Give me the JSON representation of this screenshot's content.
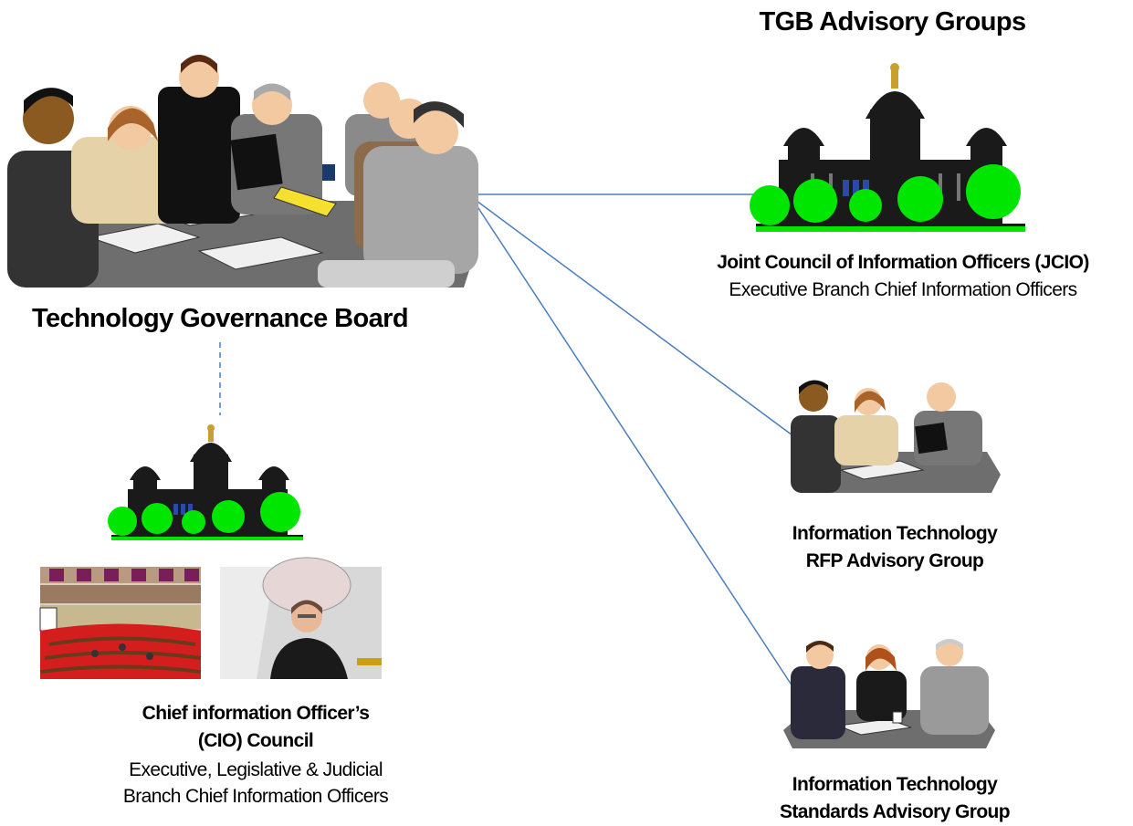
{
  "board": {
    "title": "Technology Governance Board"
  },
  "advisory": {
    "heading": "TGB Advisory Groups"
  },
  "jcio": {
    "title": "Joint Council of  Information Officers (JCIO)",
    "subtitle": "Executive Branch Chief Information Officers"
  },
  "rfp": {
    "line1": "Information Technology",
    "line2": "RFP Advisory Group"
  },
  "standards": {
    "line1": "Information Technology",
    "line2": "Standards Advisory Group"
  },
  "cio_council": {
    "line1": "Chief information Officer’s",
    "line2": "(CIO) Council",
    "line3": "Executive, Legislative & Judicial",
    "line4": "Branch Chief Information Officers"
  },
  "colors": {
    "connector": "#4a7ebb",
    "foliage": "#00e600",
    "building": "#1a1a1a",
    "dome_gold": "#c8a030",
    "chamber_red": "#d41e1e",
    "table_gray": "#6e6e6e"
  },
  "icons": [
    "meeting-clipart",
    "capitol-clipart",
    "legislative-chamber-clipart",
    "judge-clipart"
  ]
}
